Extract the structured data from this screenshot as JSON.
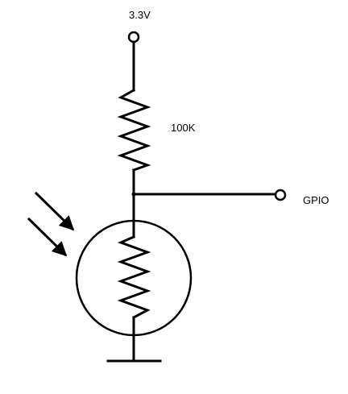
{
  "labels": {
    "supply": "3.3V",
    "resistor": "100K",
    "output": "GPIO"
  },
  "components": {
    "supply_terminal": "open-circle-terminal",
    "fixed_resistor": "zigzag-resistor",
    "output_terminal": "open-circle-terminal",
    "photoresistor": "circle-enclosed-zigzag-resistor",
    "light_arrows": 2,
    "ground": "ground-bar"
  },
  "colors": {
    "line": "#000000",
    "background": "#ffffff"
  }
}
